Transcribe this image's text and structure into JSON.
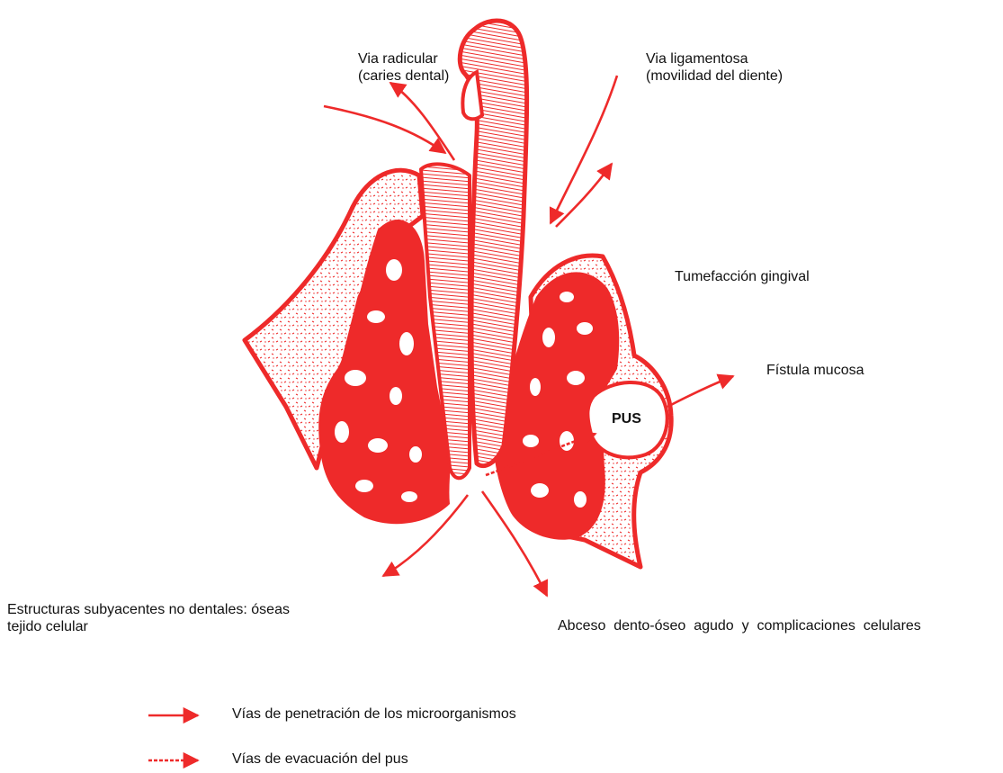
{
  "labels": {
    "via_radicular_1": "Via radicular",
    "via_radicular_2": "(caries dental)",
    "via_ligamentosa_1": "Via ligamentosa",
    "via_ligamentosa_2": "(movilidad del  diente)",
    "tumefaccion": "Tumefacción gingival",
    "fistula": "Fístula mucosa",
    "pus": "PUS",
    "estructuras_1": "Estructuras subyacentes no dentales: óseas",
    "estructuras_2": "tejido celular",
    "abceso": "Abceso  dento-óseo  agudo  y  complicaciones  celulares"
  },
  "legend": {
    "penetration": "Vías de penetración de los microorganismos",
    "evacuation": "Vías de evacuación del pus"
  },
  "colors": {
    "red": "#ee2a2a",
    "text": "#111111",
    "background": "#ffffff"
  }
}
